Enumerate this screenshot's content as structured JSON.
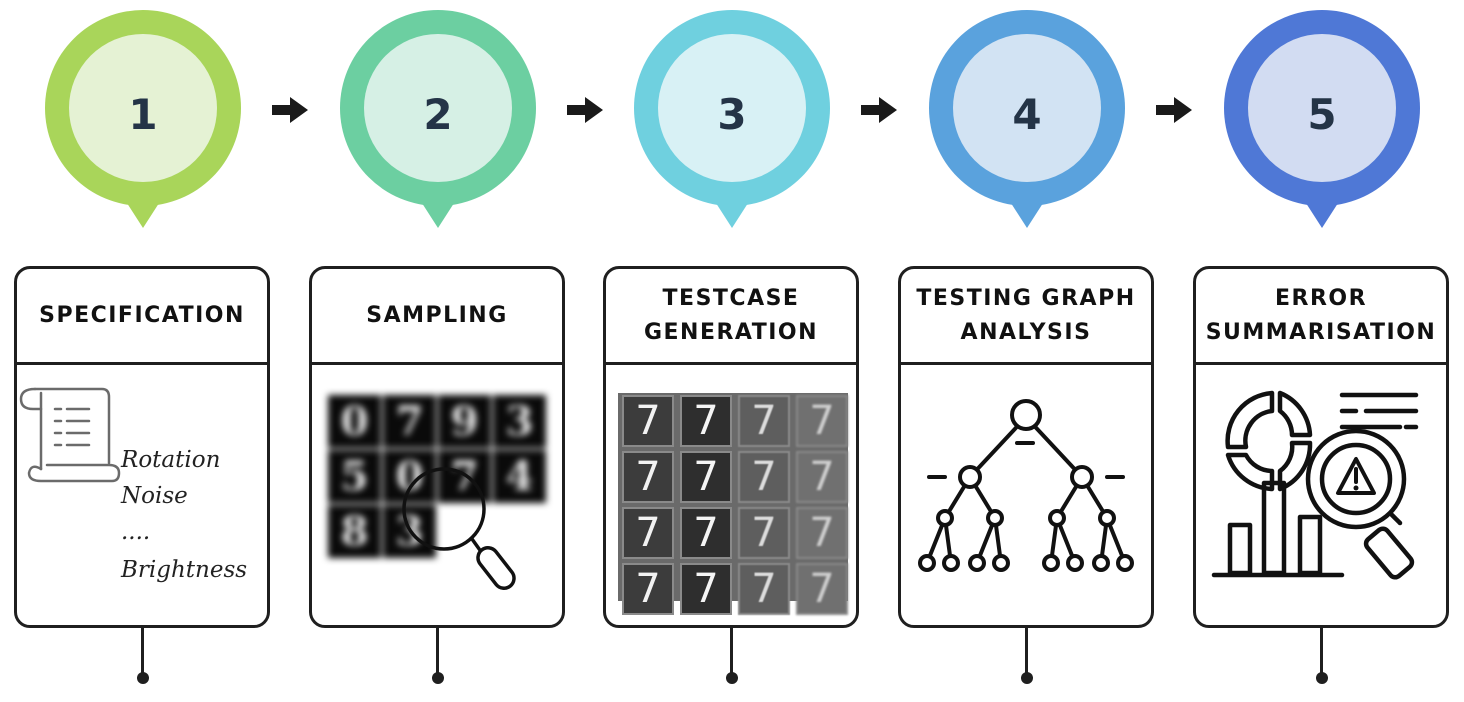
{
  "steps": [
    {
      "number": "1",
      "title": "SPECIFICATION",
      "ring_color": "#a9d55a",
      "inner_color": "#e5f2d4"
    },
    {
      "number": "2",
      "title": "SAMPLING",
      "ring_color": "#6ccfa1",
      "inner_color": "#d6f0e5"
    },
    {
      "number": "3",
      "title": "TESTCASE\nGENERATION",
      "ring_color": "#6fd0df",
      "inner_color": "#d8f1f5"
    },
    {
      "number": "4",
      "title": "TESTING GRAPH\nANALYSIS",
      "ring_color": "#5aa2dd",
      "inner_color": "#d2e3f3"
    },
    {
      "number": "5",
      "title": "ERROR\nSUMMARISATION",
      "ring_color": "#4f78d6",
      "inner_color": "#d2dcf2"
    }
  ],
  "specification_list": {
    "item1": "Rotation",
    "item2": "Noise",
    "item3": "....",
    "item4": "Brightness"
  },
  "sampling_digits": [
    "0",
    "7",
    "9",
    "3",
    "5",
    "0",
    "7",
    "4",
    "8",
    "3"
  ],
  "testcase_digit": "7"
}
